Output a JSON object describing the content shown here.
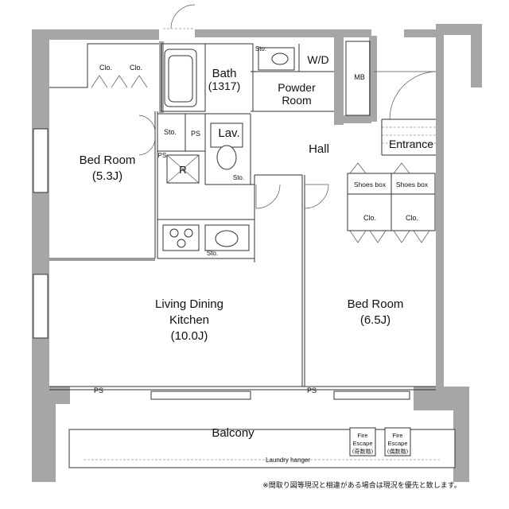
{
  "rooms": {
    "bath": "Bath",
    "bath_size": "(1317)",
    "wd": "W/D",
    "powder_1": "Powder",
    "powder_2": "Room",
    "bedroom_left": "Bed Room",
    "bedroom_left_size": "(5.3J)",
    "lav": "Lav.",
    "hall": "Hall",
    "entrance": "Entrance",
    "ldk_1": "Living Dining",
    "ldk_2": "Kitchen",
    "ldk_size": "(10.0J)",
    "bedroom_right": "Bed Room",
    "bedroom_right_size": "(6.5J)",
    "balcony": "Balcony"
  },
  "tags": {
    "clo_1": "Clo.",
    "clo_2": "Clo.",
    "clo_3": "Clo.",
    "clo_4": "Clo.",
    "sto_bath": "Sto.",
    "sto_left": "Sto.",
    "sto_lav": "Sto.",
    "sto_kitchen": "Sto.",
    "ps_top": "PS",
    "ps_side": "PS",
    "ps_ldk": "PS",
    "ps_bed": "PS",
    "r": "R",
    "mb": "MB",
    "shoes_1": "Shoes box",
    "shoes_2": "Shoes box",
    "laundry": "Laundry hanger",
    "fire_a_1": "Fire",
    "fire_a_2": "Escape",
    "fire_a_3": "(奇数階)",
    "fire_b_1": "Fire",
    "fire_b_2": "Escape",
    "fire_b_3": "(偶数階)"
  },
  "note": "※間取り図等現況と相違がある場合は現況を優先と致します。"
}
